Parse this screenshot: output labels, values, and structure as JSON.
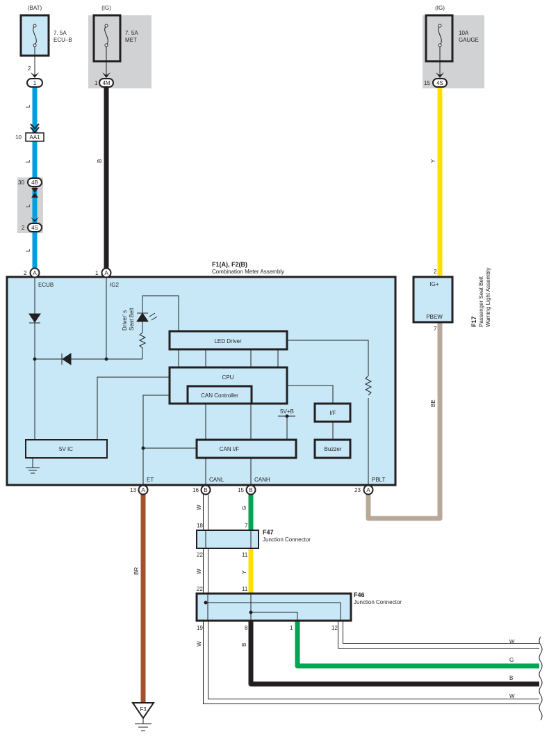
{
  "colors": {
    "L": "#00a0e0",
    "B": "#231f20",
    "Y": "#ffe000",
    "BE": "#b8a898",
    "BR": "#a0522d",
    "G": "#00a651",
    "W": "#ffffff",
    "module_fill": "#c8e8f8",
    "ig_background": "#d1d2d4"
  },
  "fuses": [
    {
      "source": "(BAT)",
      "rating": "7. 5A",
      "name": "ECU–B",
      "pin": "2",
      "connector": "1"
    },
    {
      "source": "(IG)",
      "rating": "7. 5A",
      "name": "MET",
      "pin": "1",
      "connector": "4M"
    },
    {
      "source": "(IG)",
      "rating": "10A",
      "name": "GAUGE",
      "pin": "15",
      "connector": "4S"
    }
  ],
  "left_path": {
    "aa1_pin": "10",
    "aa1": "AA1",
    "c4b_pin": "30",
    "c4b": "4B",
    "c4s_pin": "2",
    "c4s": "4S",
    "wire": "L"
  },
  "met_wire": "B",
  "gauge_wire": "Y",
  "combination_meter": {
    "id": "F1(A), F2(B)",
    "name": "Combination Meter Assembly",
    "pins_top": [
      {
        "pin": "2",
        "conn": "A",
        "term": "ECUB"
      },
      {
        "pin": "1",
        "conn": "A",
        "term": "IG2"
      }
    ],
    "pins_bottom": [
      {
        "pin": "13",
        "conn": "A",
        "term": "ET"
      },
      {
        "pin": "16",
        "conn": "B",
        "term": "CANL"
      },
      {
        "pin": "15",
        "conn": "B",
        "term": "CANH"
      },
      {
        "pin": "23",
        "conn": "A",
        "term": "PBLT"
      }
    ],
    "led_label": [
      "Driver' s",
      "Seat Belt"
    ],
    "blocks": {
      "led_driver": "LED Driver",
      "cpu": "CPU",
      "can_controller": "CAN Controller",
      "five_v_ic": "5V IC",
      "can_if": "CAN I/F",
      "if": "I/F",
      "buzzer": "Buzzer",
      "supply": "5V+B"
    }
  },
  "f17": {
    "id": "F17",
    "name_line1": "Passenger Seat Belt",
    "name_line2": "Warning Light Assembly",
    "top_term": "IG+",
    "bottom_term": "PBEW",
    "top_pin": "2",
    "bottom_pin": "7",
    "out_wire": "BE"
  },
  "ground": {
    "et_wire": "BR",
    "id": "F3"
  },
  "f47": {
    "id": "F47",
    "name": "Junction Connector",
    "pins_top": [
      "18",
      "7"
    ],
    "pins_bottom": [
      "22",
      "11"
    ],
    "wire_in": [
      "W",
      "G"
    ],
    "wire_out": [
      "W",
      "Y"
    ]
  },
  "f46": {
    "id": "F46",
    "name": "Junction Connector",
    "pins_top": [
      "22",
      "11"
    ],
    "pins_bottom": [
      "19",
      "8",
      "1",
      "12"
    ],
    "wire_down": [
      "W",
      "B"
    ]
  },
  "outputs": [
    "W",
    "G",
    "B",
    "W"
  ]
}
